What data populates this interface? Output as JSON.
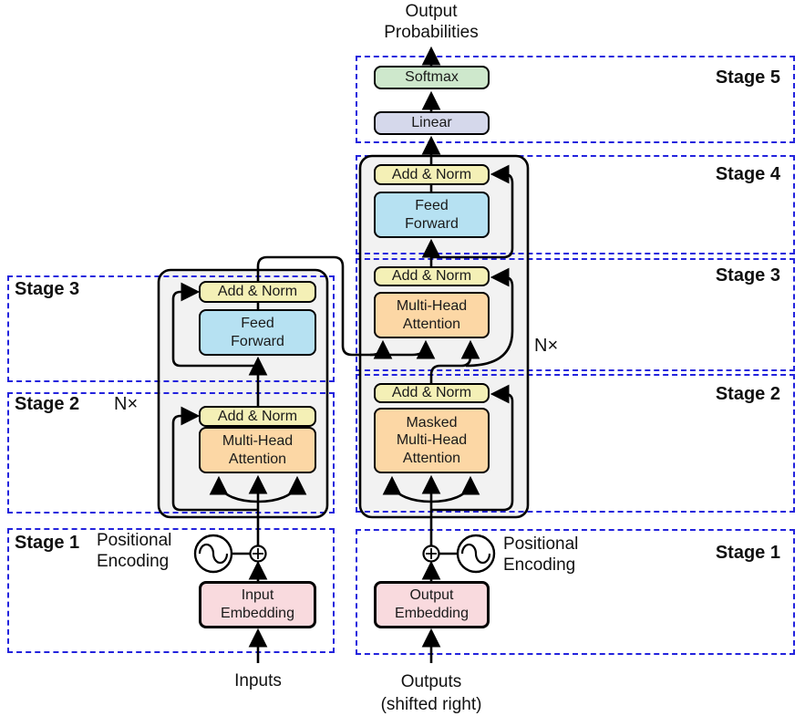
{
  "colors": {
    "add_norm": "#f4f0b6",
    "feed_forward": "#b6e1f2",
    "attention": "#fcd7a5",
    "softmax": "#cee8cc",
    "linear": "#d5d8eb",
    "embedding": "#f9dade",
    "block_fill": "#f2f2f2",
    "stage_border": "#2323dd",
    "line": "#000000"
  },
  "top": {
    "output_probabilities": "Output\nProbabilities"
  },
  "stages": {
    "right": [
      "Stage 5",
      "Stage 4",
      "Stage 3",
      "Stage 2",
      "Stage 1"
    ],
    "left": [
      "Stage 3",
      "Stage 2",
      "Stage 1"
    ]
  },
  "encoder": {
    "repeat_label": "N×",
    "add_norm_upper": "Add & Norm",
    "feed_forward": "Feed\nForward",
    "add_norm_lower": "Add & Norm",
    "multi_head_attention": "Multi-Head\nAttention",
    "positional_encoding": "Positional\nEncoding",
    "input_embedding": "Input\nEmbedding",
    "inputs_label": "Inputs"
  },
  "decoder": {
    "repeat_label": "N×",
    "softmax": "Softmax",
    "linear": "Linear",
    "add_norm_stage4": "Add & Norm",
    "feed_forward": "Feed\nForward",
    "add_norm_stage3": "Add & Norm",
    "multi_head_attention": "Multi-Head\nAttention",
    "add_norm_stage2": "Add & Norm",
    "masked_multi_head_attention": "Masked\nMulti-Head\nAttention",
    "positional_encoding": "Positional\nEncoding",
    "output_embedding": "Output\nEmbedding",
    "outputs_label": "Outputs\n(shifted right)"
  }
}
